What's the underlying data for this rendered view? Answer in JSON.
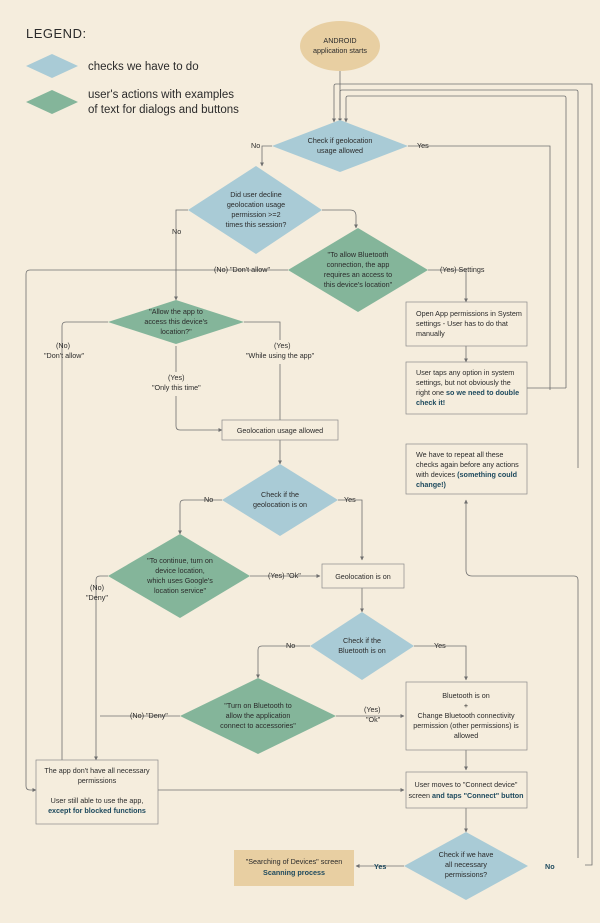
{
  "legend": {
    "title": "LEGEND:",
    "checks": "checks we have to do",
    "actions_line1": "user's actions with examples",
    "actions_line2": "of text for dialogs and buttons"
  },
  "colors": {
    "background": "#f5eddd",
    "check": "#a9cbd6",
    "action": "#84b59a",
    "start": "#e8cfa2",
    "box_border": "#8a8a8a",
    "line": "#6f6f6f"
  },
  "start": [
    "ANDROID",
    "application starts"
  ],
  "check_geo_allowed": [
    "Check if geolocation",
    "usage allowed"
  ],
  "did_decline": [
    "Did user decline",
    "geolocation usage",
    "permission >=2",
    "times this session?"
  ],
  "to_allow_bt": [
    "\"To allow Bluetooth",
    "connection, the app",
    "requires an access to",
    "this device's location\""
  ],
  "allow_app": [
    "\"Allow the app to",
    "access this device's",
    "location?\""
  ],
  "open_permissions": [
    "Open App permissions in System",
    "settings - User has to do that",
    "manually"
  ],
  "user_taps": [
    "User taps any option in system",
    "settings, but not obviously the",
    "right one"
  ],
  "user_taps_bold": "so we need to double",
  "user_taps_bold2": "check it!",
  "geo_allowed": "Geolocation usage allowed",
  "repeat_checks": [
    "We have to repeat all these",
    "checks again before any actions",
    "with devices"
  ],
  "repeat_checks_bold": "(something could",
  "repeat_checks_bold2": "change!)",
  "check_geo_on": [
    "Check if the",
    "geolocation is on"
  ],
  "turn_on_location": [
    "\"To continue, turn on",
    "device location,",
    "which uses Google's",
    "location service\""
  ],
  "geo_on": "Geolocation is on",
  "check_bt_on": [
    "Check if the",
    "Bluetooth is on"
  ],
  "turn_on_bt": [
    "\"Turn on Bluetooth to",
    "allow the application",
    "connect to accessories\""
  ],
  "bt_on": [
    "Bluetooth is on",
    "+",
    "Change Bluetooth connectivity",
    "permission (other permissions) is",
    "allowed"
  ],
  "no_permissions": [
    "The app don't have all necessary",
    "permissions",
    "User still able to use the app,"
  ],
  "no_permissions_bold": "except for blocked functions",
  "connect_device": [
    "User moves to \"Connect device\"",
    "screen"
  ],
  "connect_device_bold": "and taps \"Connect\" button",
  "check_all_perms": [
    "Check if we have",
    "all necessary",
    "permissions?"
  ],
  "searching": "\"Searching of Devices\" screen",
  "searching_bold": "Scanning process",
  "labels": {
    "no": "No",
    "yes": "Yes",
    "no_dont_allow": "(No) \"Don't allow\"",
    "yes_settings": "(Yes) Settings",
    "no_paren": "(No)",
    "dont_allow": "\"Don't allow\"",
    "yes_paren": "(Yes)",
    "while_using": "\"While using the app\"",
    "only_this_time": "\"Only this time\"",
    "yes_ok": "(Yes) \"Ok\"",
    "deny": "\"Deny\"",
    "no_deny": "(No) \"Deny\"",
    "ok": "\"Ok\""
  }
}
